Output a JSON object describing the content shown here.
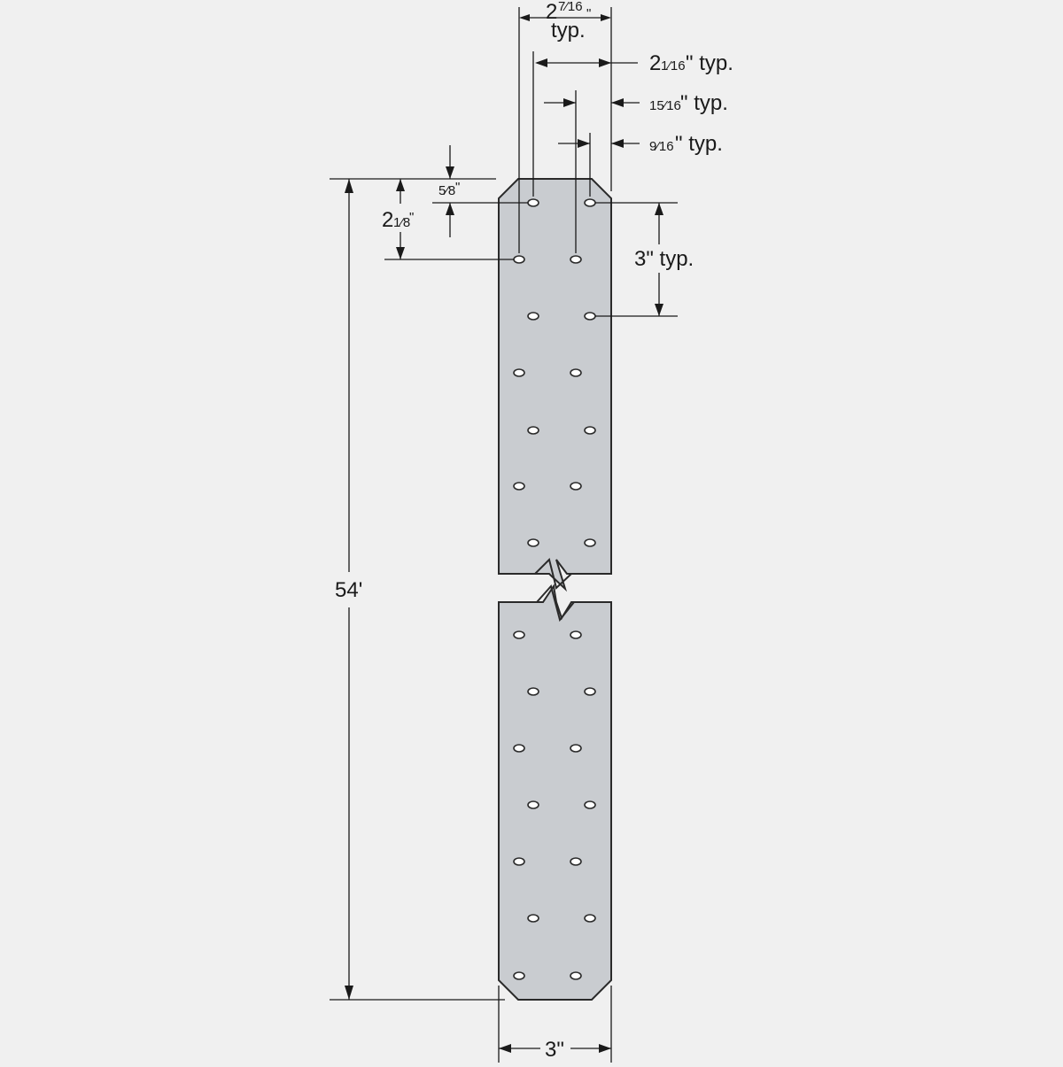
{
  "labels": {
    "overall_width_top": "2",
    "overall_width_top_fraction": "7⁄16",
    "overall_width_top_unit": "\"",
    "overall_width_top_suffix": "typ.",
    "center_spacing_whole": "2",
    "center_spacing_fraction": "1⁄16",
    "center_spacing_suffix": "\" typ.",
    "stagger_fraction": "15⁄16",
    "stagger_suffix": "\" typ.",
    "edge_fraction": "9⁄16",
    "edge_suffix": "\" typ.",
    "top_edge_fraction": "5⁄8",
    "top_edge_unit": "\"",
    "second_row_whole": "2",
    "second_row_fraction": "1⁄8",
    "second_row_unit": "\"",
    "row_spacing": "3\" typ.",
    "length": "54'",
    "width": "3\""
  },
  "colors": {
    "background": "#f0f0f0",
    "strap_fill": "#c9ccd0",
    "outline": "#2a2a2a",
    "hole": "#ffffff"
  }
}
